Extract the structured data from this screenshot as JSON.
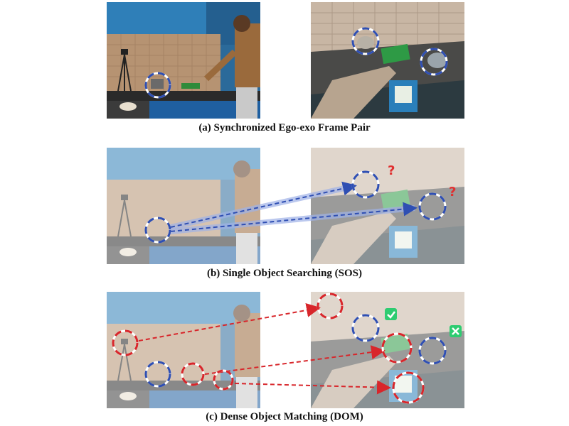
{
  "figure": {
    "rows": [
      {
        "caption": "(a) Synchronized Ego-exo Frame Pair"
      },
      {
        "caption": "(b) Single Object Searching (SOS)"
      },
      {
        "caption": "(c) Dense Object Matching (DOM)"
      }
    ],
    "colors": {
      "blue_ring": "#2f4fb3",
      "red_ring": "#d8262b",
      "match_badge": "#2ecc71",
      "question_mark": "#e03030"
    },
    "icons": [
      "question-mark-icon",
      "check-mark-icon",
      "cross-mark-icon"
    ]
  }
}
